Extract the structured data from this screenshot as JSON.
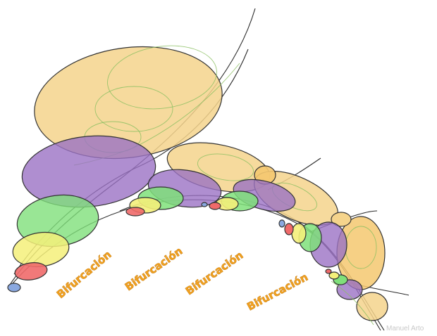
{
  "labels": [
    "Bifurcación",
    "Bifurcación",
    "Bifurcación",
    "Bifurcación"
  ],
  "credit": "Manuel Arto",
  "colors": {
    "yellow_orange": "#f5d48c",
    "purple": "#9b72c4",
    "green": "#7fe07a",
    "yellow": "#f4f07a",
    "red": "#f06a6a",
    "blue": "#8aa8e0",
    "label_fill": "#f0a020"
  }
}
